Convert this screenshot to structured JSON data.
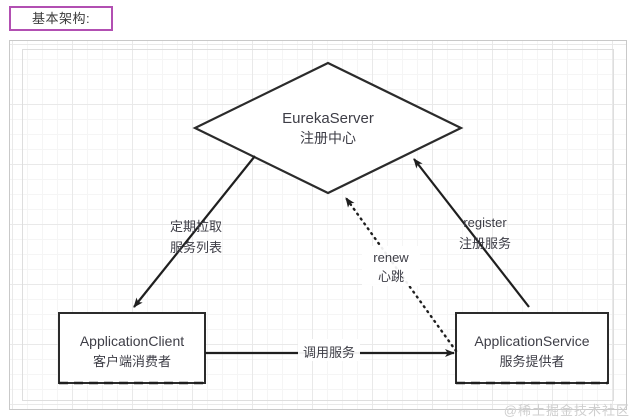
{
  "title": {
    "label": "基本架构:",
    "border_color": "#b24fb2"
  },
  "canvas": {
    "border_color": "#c9c9c9",
    "grid_color": "#e9e9e9",
    "background": "#ffffff"
  },
  "nodes": [
    {
      "id": "eureka-server",
      "shape": "diamond",
      "title": "EurekaServer",
      "subtitle": "注册中心",
      "stroke": "#2b2b2b"
    },
    {
      "id": "application-client",
      "shape": "rectangle",
      "title": "ApplicationClient",
      "subtitle": "客户端消费者",
      "stroke": "#2b2b2b"
    },
    {
      "id": "application-service",
      "shape": "rectangle",
      "title": "ApplicationService",
      "subtitle": "服务提供者",
      "stroke": "#2b2b2b"
    }
  ],
  "edges": [
    {
      "id": "pull-service-list",
      "from": "eureka-server",
      "to": "application-client",
      "style": "solid",
      "label_line1": "定期拉取",
      "label_line2": "服务列表"
    },
    {
      "id": "register",
      "from": "application-service",
      "to": "eureka-server",
      "style": "solid",
      "label_line1": "register",
      "label_line2": "注册服务"
    },
    {
      "id": "renew",
      "from": "application-service",
      "to": "eureka-server",
      "style": "dotted",
      "label_line1": "renew",
      "label_line2": "心跳"
    },
    {
      "id": "invoke-service",
      "from": "application-client",
      "to": "application-service",
      "style": "solid",
      "label_line1": "调用服务",
      "label_line2": ""
    }
  ],
  "watermark": {
    "text": "@稀土掘金技术社区"
  }
}
